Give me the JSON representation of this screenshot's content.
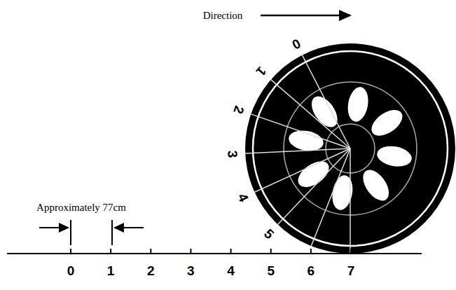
{
  "diagram": {
    "labels": [
      "Direction",
      "0",
      "1",
      "2",
      "3",
      "4",
      "5",
      "Approximately 77cm",
      "0",
      "1",
      "2",
      "3",
      "4",
      "5",
      "6",
      "7"
    ]
  }
}
